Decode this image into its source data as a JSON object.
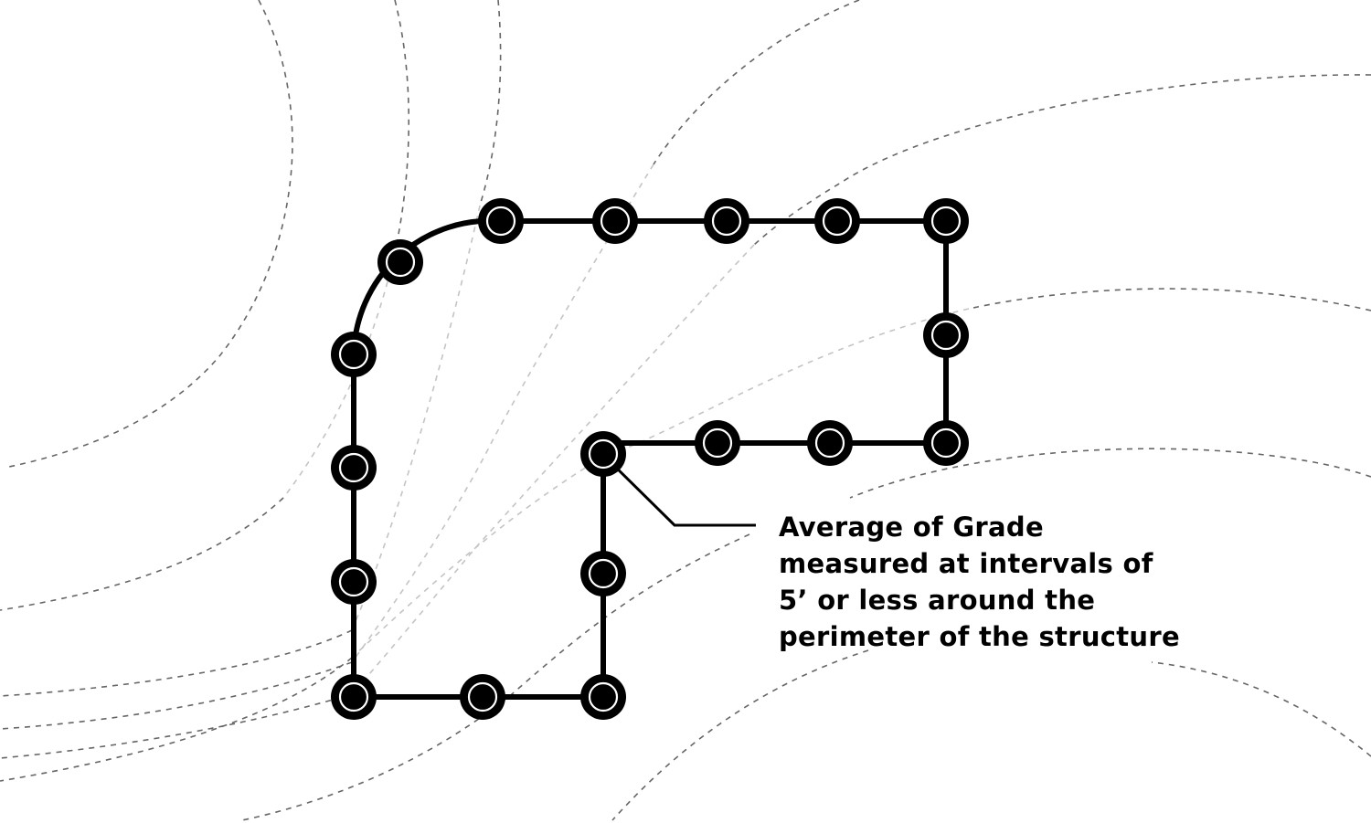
{
  "callout": {
    "lines": [
      "Average of Grade",
      "measured at intervals of",
      "5’ or less around the",
      "perimeter of the structure"
    ]
  },
  "colors": {
    "outline": "#000000",
    "contour_dark": "#666666",
    "contour_light": "#c4c4c4",
    "marker_ring": "#ffffff",
    "background": "#ffffff"
  }
}
